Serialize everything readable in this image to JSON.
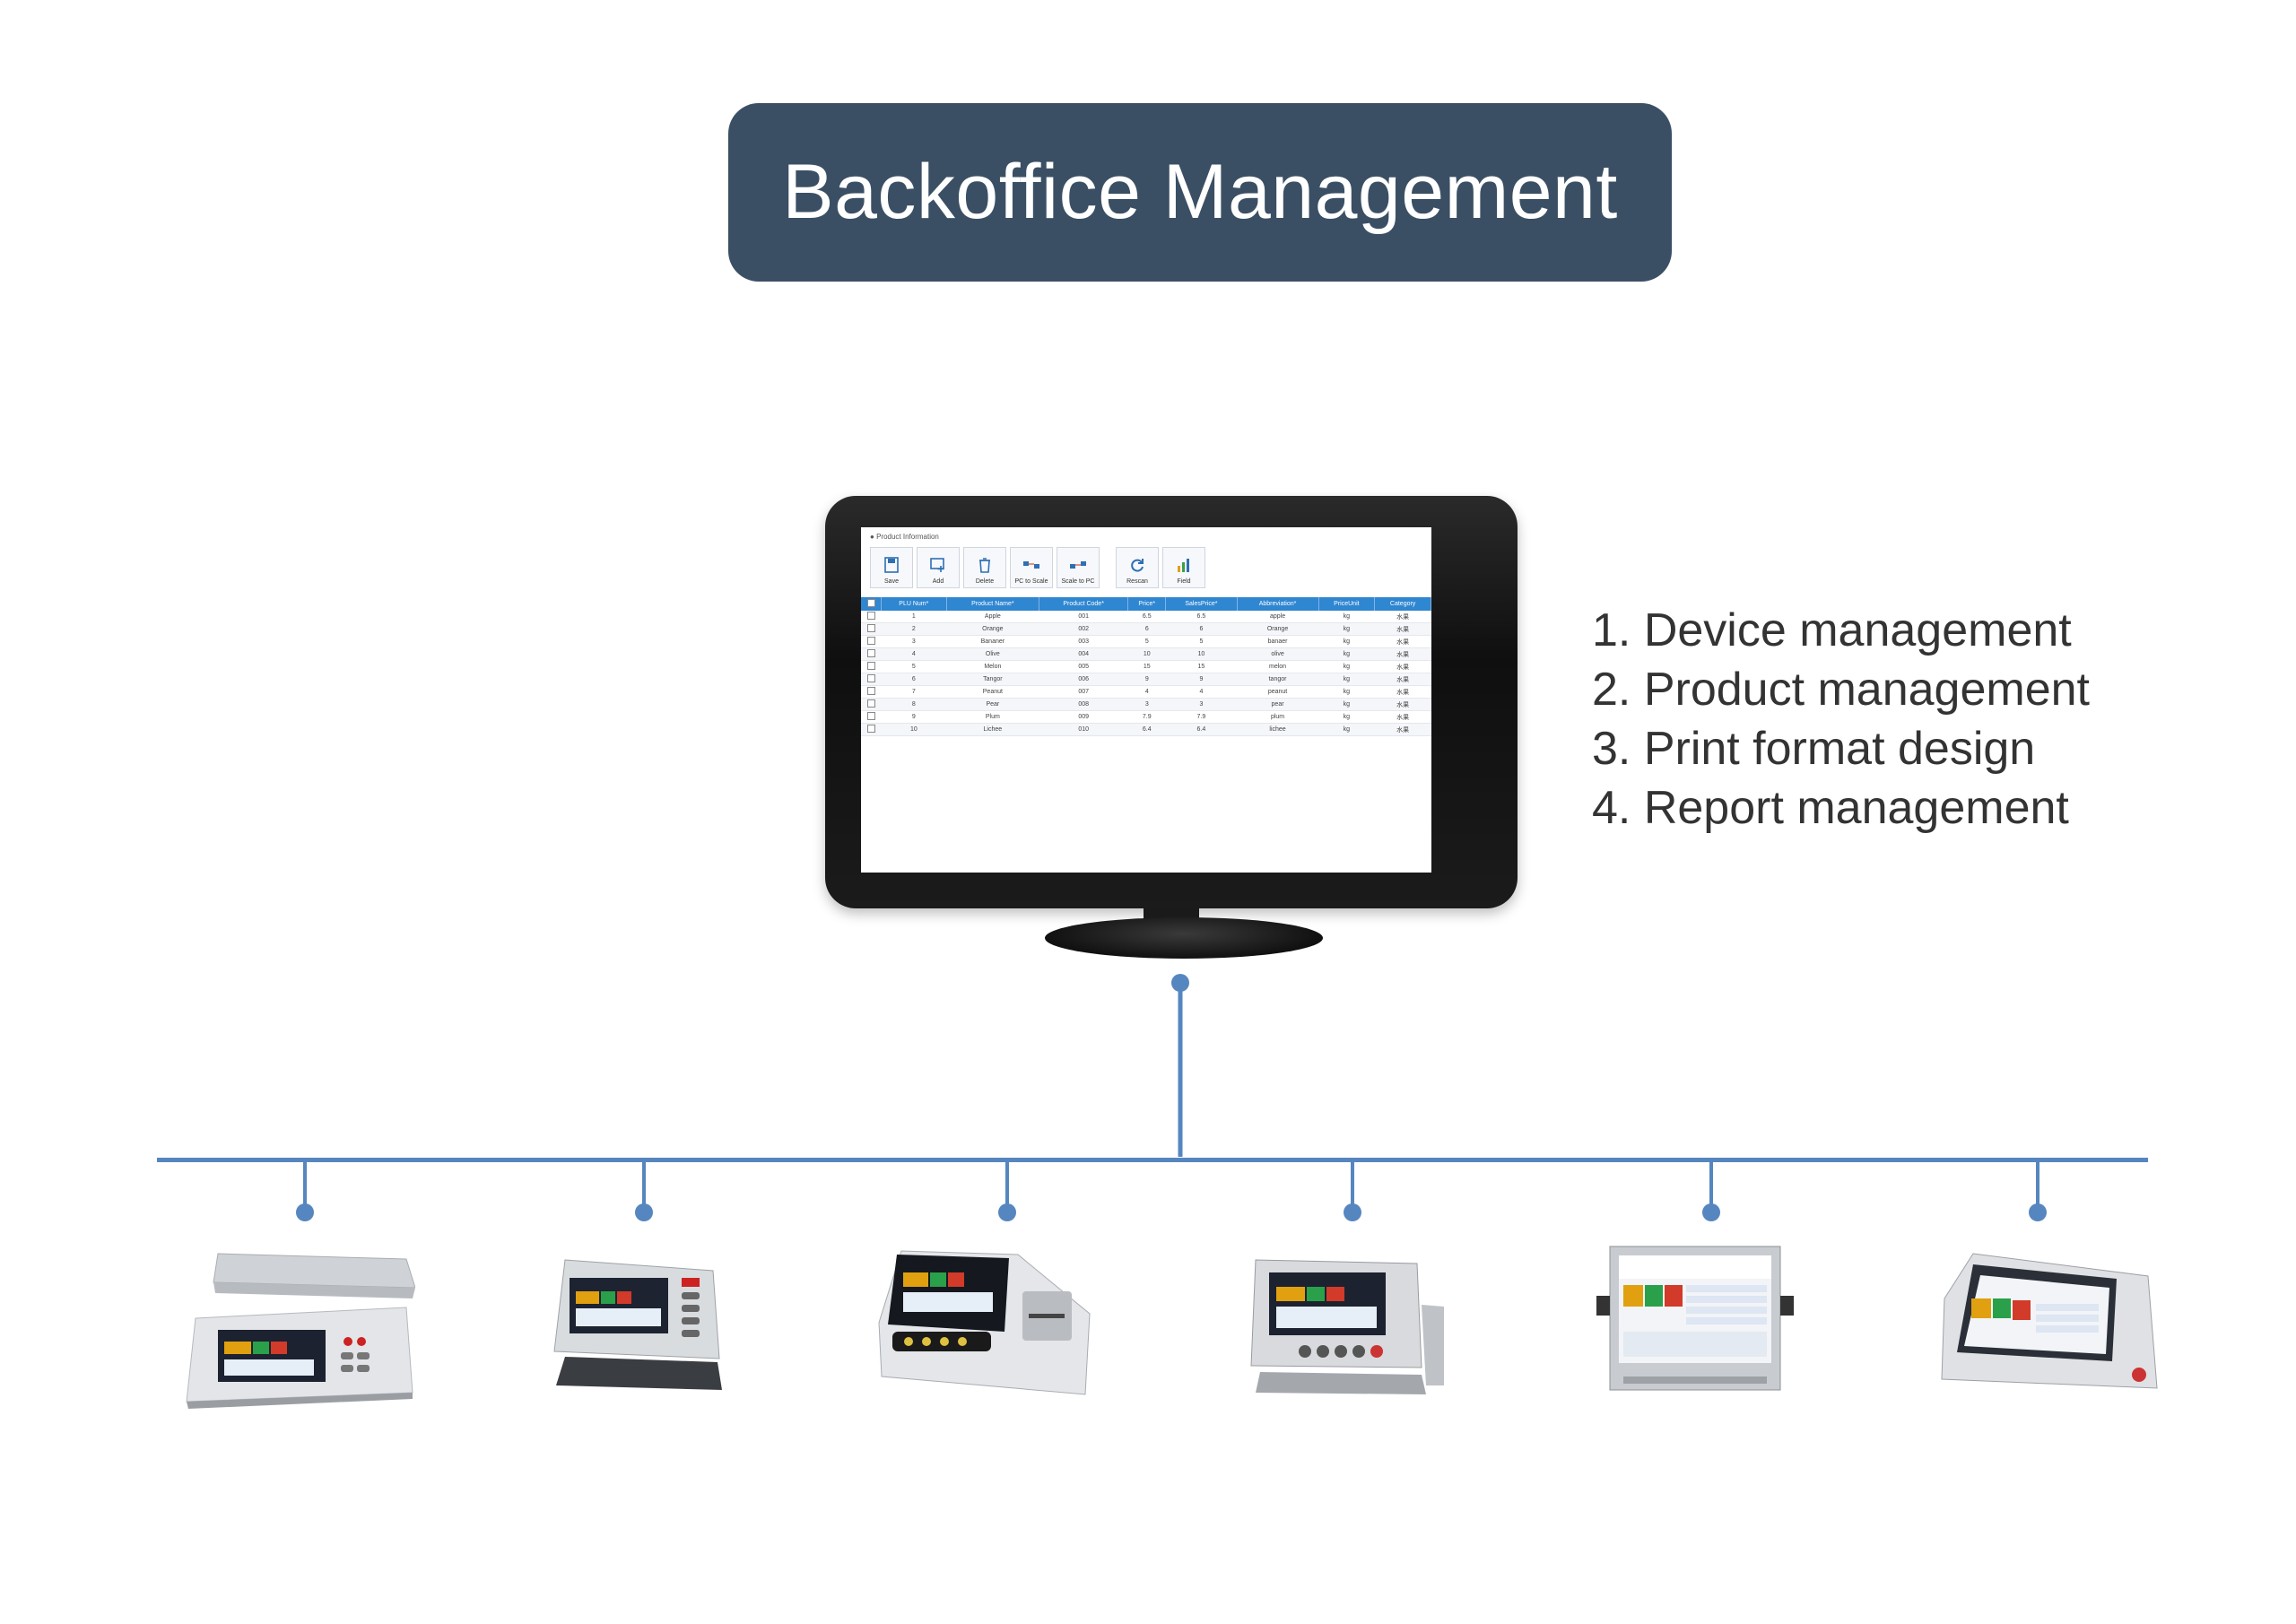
{
  "title": "Backoffice Management",
  "features": [
    "1. Device management",
    "2. Product management",
    "3. Print format design",
    "4. Report management"
  ],
  "software_window": {
    "title": "Product Information",
    "toolbar": [
      "Save",
      "Add",
      "Delete",
      "PC to Scale",
      "Scale to PC",
      "Rescan",
      "Field"
    ],
    "columns": [
      "",
      "PLU Num*",
      "Product Name*",
      "Product Code*",
      "Price*",
      "SalesPrice*",
      "Abbreviation*",
      "PriceUnit",
      "Category"
    ],
    "rows": [
      [
        "1",
        "Apple",
        "001",
        "6.5",
        "6.5",
        "apple",
        "kg",
        "水果"
      ],
      [
        "2",
        "Orange",
        "002",
        "6",
        "6",
        "Orange",
        "kg",
        "水果"
      ],
      [
        "3",
        "Bananer",
        "003",
        "5",
        "5",
        "banaer",
        "kg",
        "水果"
      ],
      [
        "4",
        "Olive",
        "004",
        "10",
        "10",
        "olive",
        "kg",
        "水果"
      ],
      [
        "5",
        "Melon",
        "005",
        "15",
        "15",
        "melon",
        "kg",
        "水果"
      ],
      [
        "6",
        "Tangor",
        "006",
        "9",
        "9",
        "tangor",
        "kg",
        "水果"
      ],
      [
        "7",
        "Peanut",
        "007",
        "4",
        "4",
        "peanut",
        "kg",
        "水果"
      ],
      [
        "8",
        "Pear",
        "008",
        "3",
        "3",
        "pear",
        "kg",
        "水果"
      ],
      [
        "9",
        "Plum",
        "009",
        "7.9",
        "7.9",
        "plum",
        "kg",
        "水果"
      ],
      [
        "10",
        "Lichee",
        "010",
        "6.4",
        "6.4",
        "lichee",
        "kg",
        "水果"
      ]
    ]
  },
  "devices": [
    {
      "name": "counting-bench-scale"
    },
    {
      "name": "weighing-indicator-tilt"
    },
    {
      "name": "printer-indicator"
    },
    {
      "name": "stainless-indicator"
    },
    {
      "name": "touch-panel-terminal"
    },
    {
      "name": "desktop-touch-terminal"
    }
  ],
  "colors": {
    "title_bg": "#3b4f64",
    "connector": "#5686bf",
    "table_header": "#2f86d1"
  }
}
